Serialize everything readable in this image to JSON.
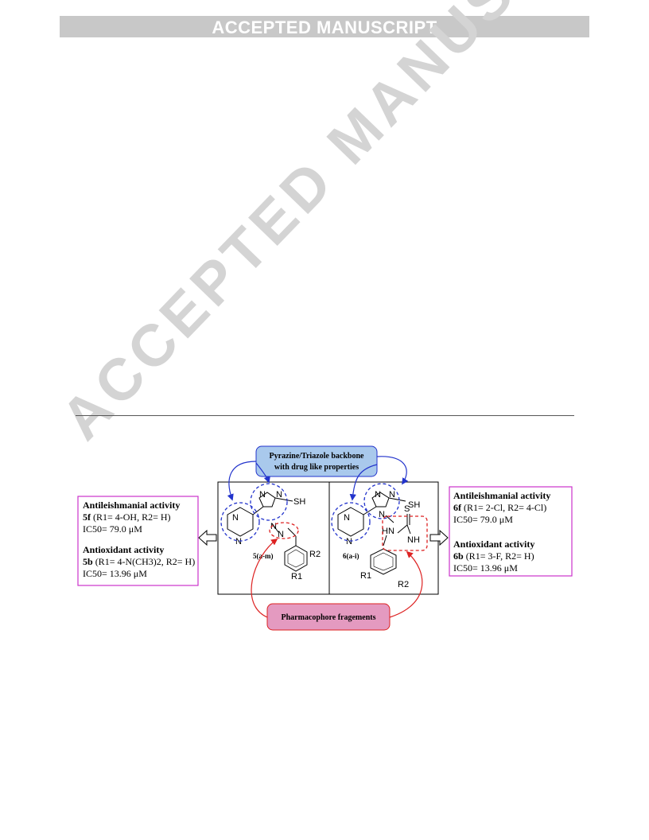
{
  "header": {
    "banner": "ACCEPTED MANUSCRIPT"
  },
  "watermark": {
    "text": "ACCEPTED MANUSCRIPT"
  },
  "graphical_abstract": {
    "backbone_label": [
      "Pyrazine/Triazole backbone",
      "with drug like properties"
    ],
    "pharmacophore_label": "Pharmacophore fragements",
    "compound_series_left": "5(a-m)",
    "compound_series_right": "6(a-i)",
    "left_box": {
      "antileish_title": "Antileishmanial activity",
      "antileish_compound": "5f",
      "antileish_subst": "(R1= 4-OH, R2= H)",
      "antileish_ic50": "IC50= 79.0 μM",
      "antiox_title": "Antioxidant activity",
      "antiox_compound": "5b",
      "antiox_subst": "(R1= 4-N(CH3)2, R2= H)",
      "antiox_ic50": "IC50= 13.96 μM"
    },
    "right_box": {
      "antileish_title": "Antileishmanial activity",
      "antileish_compound": "6f",
      "antileish_subst": "(R1= 2-Cl, R2= 4-Cl)",
      "antileish_ic50": "IC50= 79.0 μM",
      "antiox_title": "Antioxidant activity",
      "antiox_compound": "6b",
      "antiox_subst": "(R1= 3-F, R2= H)",
      "antiox_ic50": "IC50= 13.96 μM"
    },
    "atoms": {
      "N": "N",
      "SH": "SH",
      "S": "S",
      "NH": "NH",
      "HN": "HN",
      "R1": "R1",
      "R2": "R2",
      "N_imine": "N"
    },
    "colors": {
      "blue_arrow": "#2233cc",
      "red_arrow": "#dd2222",
      "box_border": "#cc33cc",
      "backbone_fill": "#a9c9ec",
      "pharm_fill": "#e49ac0"
    }
  }
}
